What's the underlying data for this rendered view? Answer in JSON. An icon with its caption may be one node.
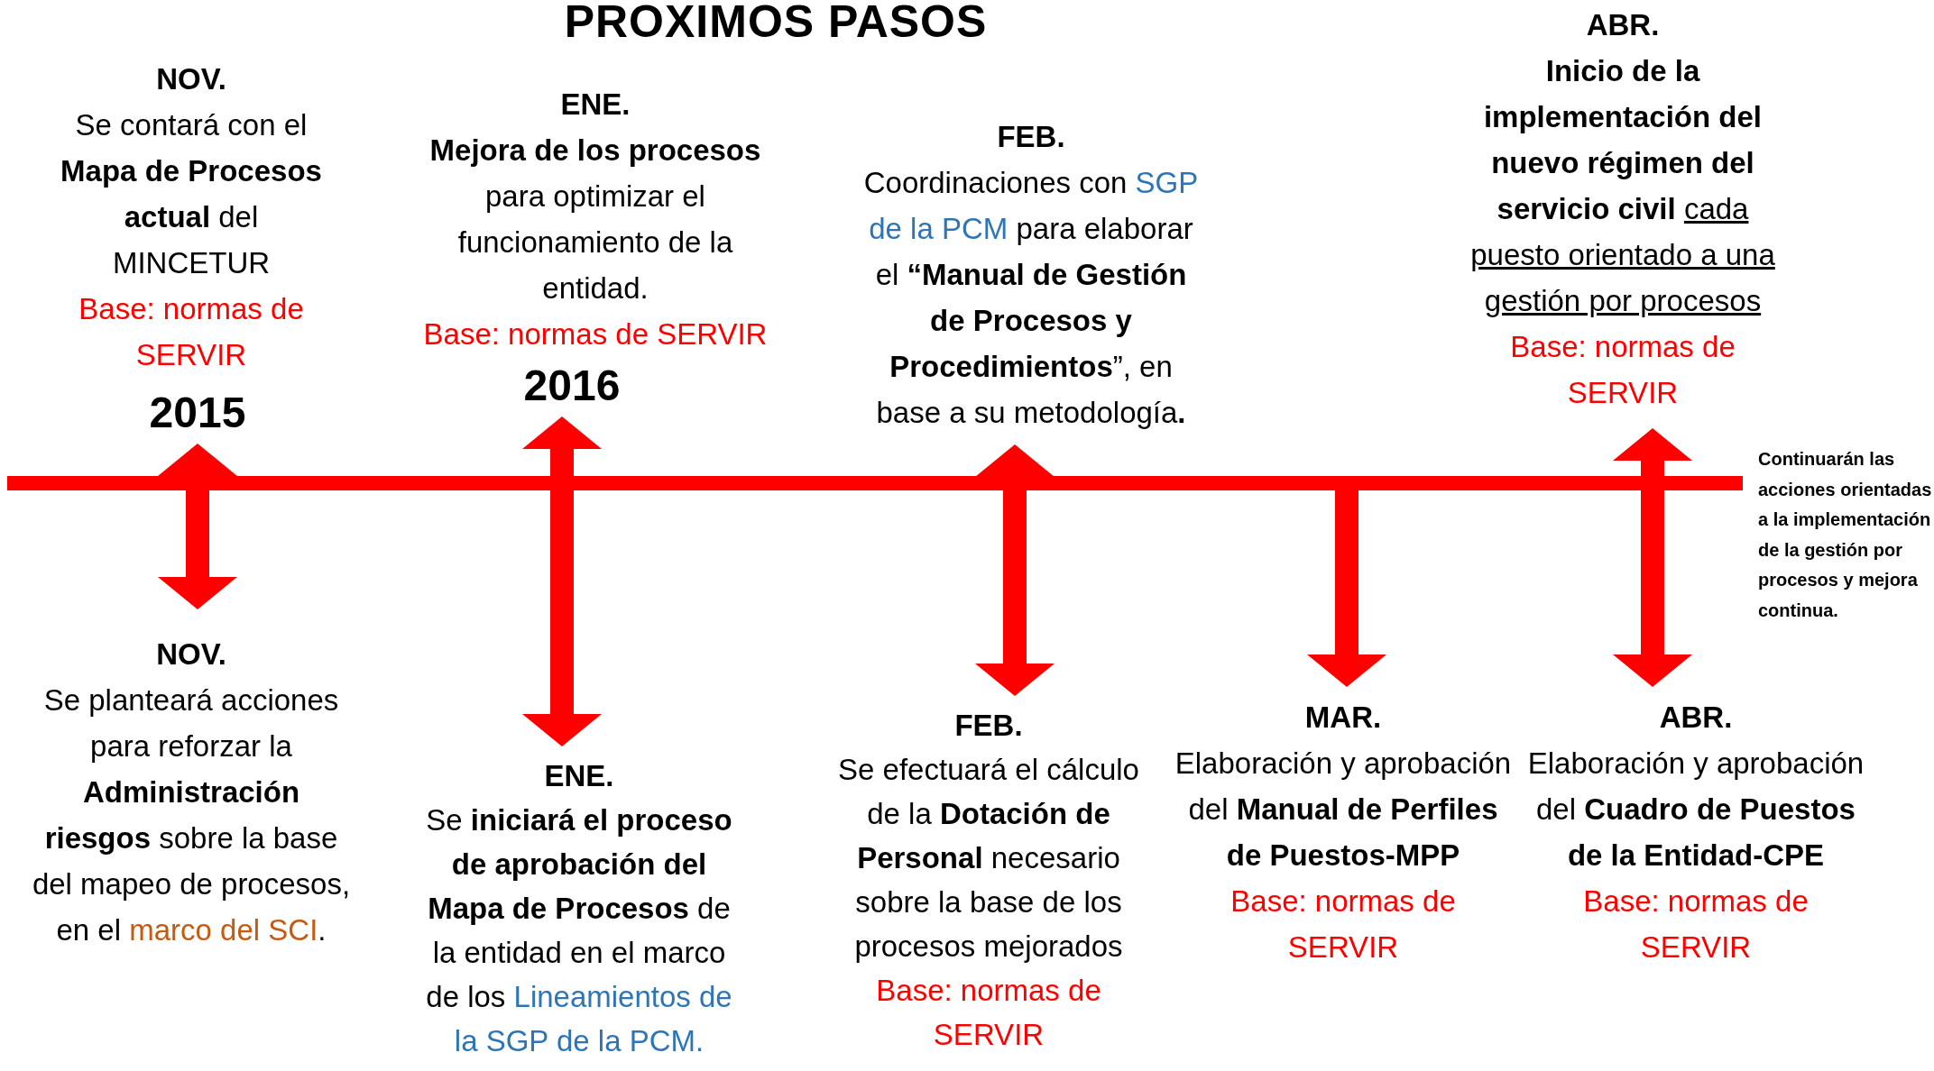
{
  "diagram": {
    "title": "PROXIMOS PASOS",
    "nodes": [
      {
        "text": [
          "NOV.",
          "Se contará con el **Mapa de Procesos actual** del MINCETUR",
          "Base: normas de SERVIR"
        ]
      },
      {
        "text": [
          "**ENE**.",
          "**Mejora de los procesos** para optimizar el funcionamiento de la entidad.",
          "Base: normas de SERVIR"
        ]
      },
      {
        "text": [
          "FEB.",
          "Coordinaciones con",
          "SGP de la PCM",
          "para elaborar el **“Manual de Gestión de Procesos y Procedimientos**”, en base a su metodología**.**"
        ]
      },
      {
        "text": [
          "ABR.",
          "Inicio de la implementación del nuevo régimen del servicio civil",
          "cada puesto orientado a una gestión por procesos",
          "Base: normas de SERVIR"
        ]
      },
      {
        "text": [
          "NOV.",
          "Se planteará acciones para reforzar la **Administración riesgos** sobre la base del mapeo de procesos, en el",
          "marco del SCI",
          "."
        ]
      },
      {
        "text": [
          "**ENE**.",
          "Se **iniciará el proceso de aprobación del Mapa de Procesos** de la entidad en el marco de los",
          "Lineamientos de la SGP de la PCM."
        ]
      },
      {
        "text": [
          "FEB.",
          "Se efectuará el cálculo de la **Dotación de Personal** necesario sobre la base de los procesos mejorados",
          "Base: normas de SERVIR"
        ]
      },
      {
        "text": [
          "MAR.",
          "Elaboración y aprobación del **Manual de Perfiles de Puestos-MPP**",
          "Base: normas de SERVIR"
        ]
      },
      {
        "text": [
          "ABR.",
          "Elaboración y aprobación del **Cuadro de Puestos de la Entidad-CPE**",
          "Base: normas de SERVIR"
        ]
      },
      {
        "text": [],
        "shape": "bar"
      }
    ],
    "edges": [
      {
        "from": 0,
        "to": 4,
        "arrow": "both"
      },
      {
        "from": 1,
        "to": 5,
        "arrow": "both"
      },
      {
        "from": 2,
        "to": 6,
        "arrow": "both"
      },
      {
        "from": 9,
        "to": 7,
        "arrow": "to"
      },
      {
        "from": 3,
        "to": 8,
        "arrow": "both"
      }
    ],
    "labels": [
      "2015",
      "2016",
      "Continuarán las acciones orientadas a la implementación de la gestión por procesos y mejora continua."
    ]
  }
}
